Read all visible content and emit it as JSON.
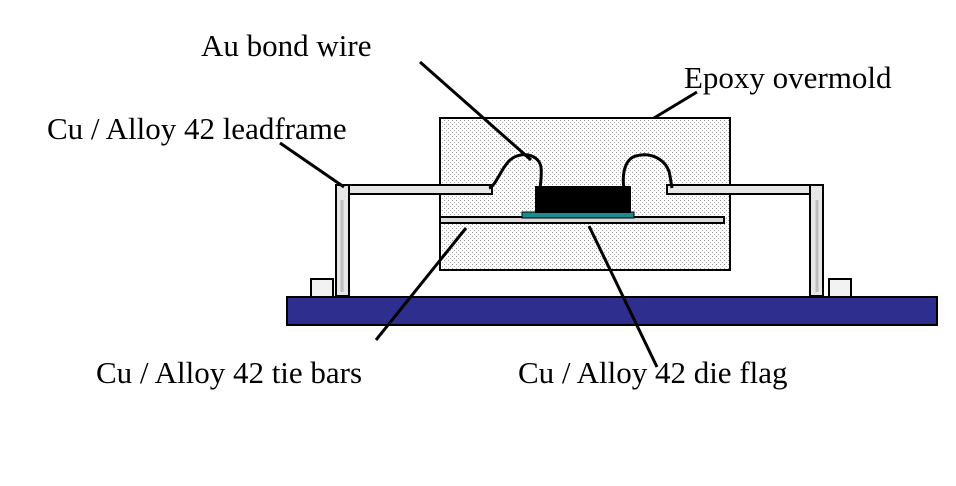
{
  "labels": {
    "bond_wire": "Au bond wire",
    "overmold": "Epoxy overmold",
    "leadframe": "Cu / Alloy 42 leadframe",
    "tie_bars": "Cu / Alloy 42 tie bars",
    "die_flag": "Cu / Alloy 42 die flag"
  },
  "colors": {
    "pcb": "#2e2e8f",
    "die": "#000000",
    "die_attach": "#1a8c8c",
    "lead": "#e6e6e6",
    "outline": "#000000",
    "background": "#ffffff"
  }
}
